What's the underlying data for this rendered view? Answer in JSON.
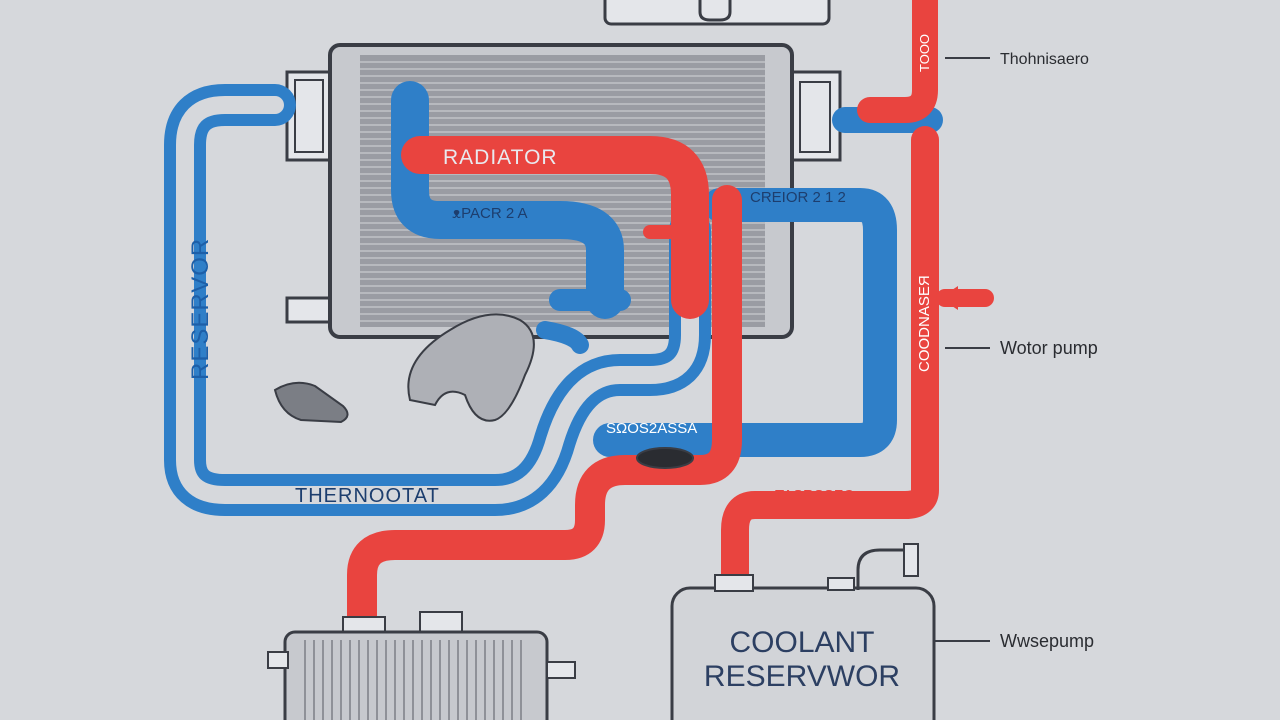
{
  "labels": {
    "radiator": "RADIATOR",
    "reservoir_vertical": "RESERVOR",
    "thermostat": "THERNOOTAT",
    "radiator_sub": "ᴥPACR 2 A",
    "coolant_tank_line1": "COOLANT",
    "coolant_tank_line2": "RESERVWOR",
    "top_callout": "CREIOR 2 1 2",
    "mid_hose_text": "SΩOS2ASSA",
    "lower_red_text": "TASRƧƧFO",
    "right_vertical_red": "COODNASEЯ",
    "right_vertical_red_top": "TOOO"
  },
  "side_labels": {
    "top": "Thohnisaero",
    "middle": "Wotor pump",
    "bottom": "Wwsepump"
  },
  "colors": {
    "background": "#d6d8dc",
    "hot_hose": "#e9443f",
    "cold_hose": "#2f7fc8",
    "outline": "#3a3d45",
    "label_dark": "#3a4a66",
    "label_blue": "#1d5fa8"
  }
}
